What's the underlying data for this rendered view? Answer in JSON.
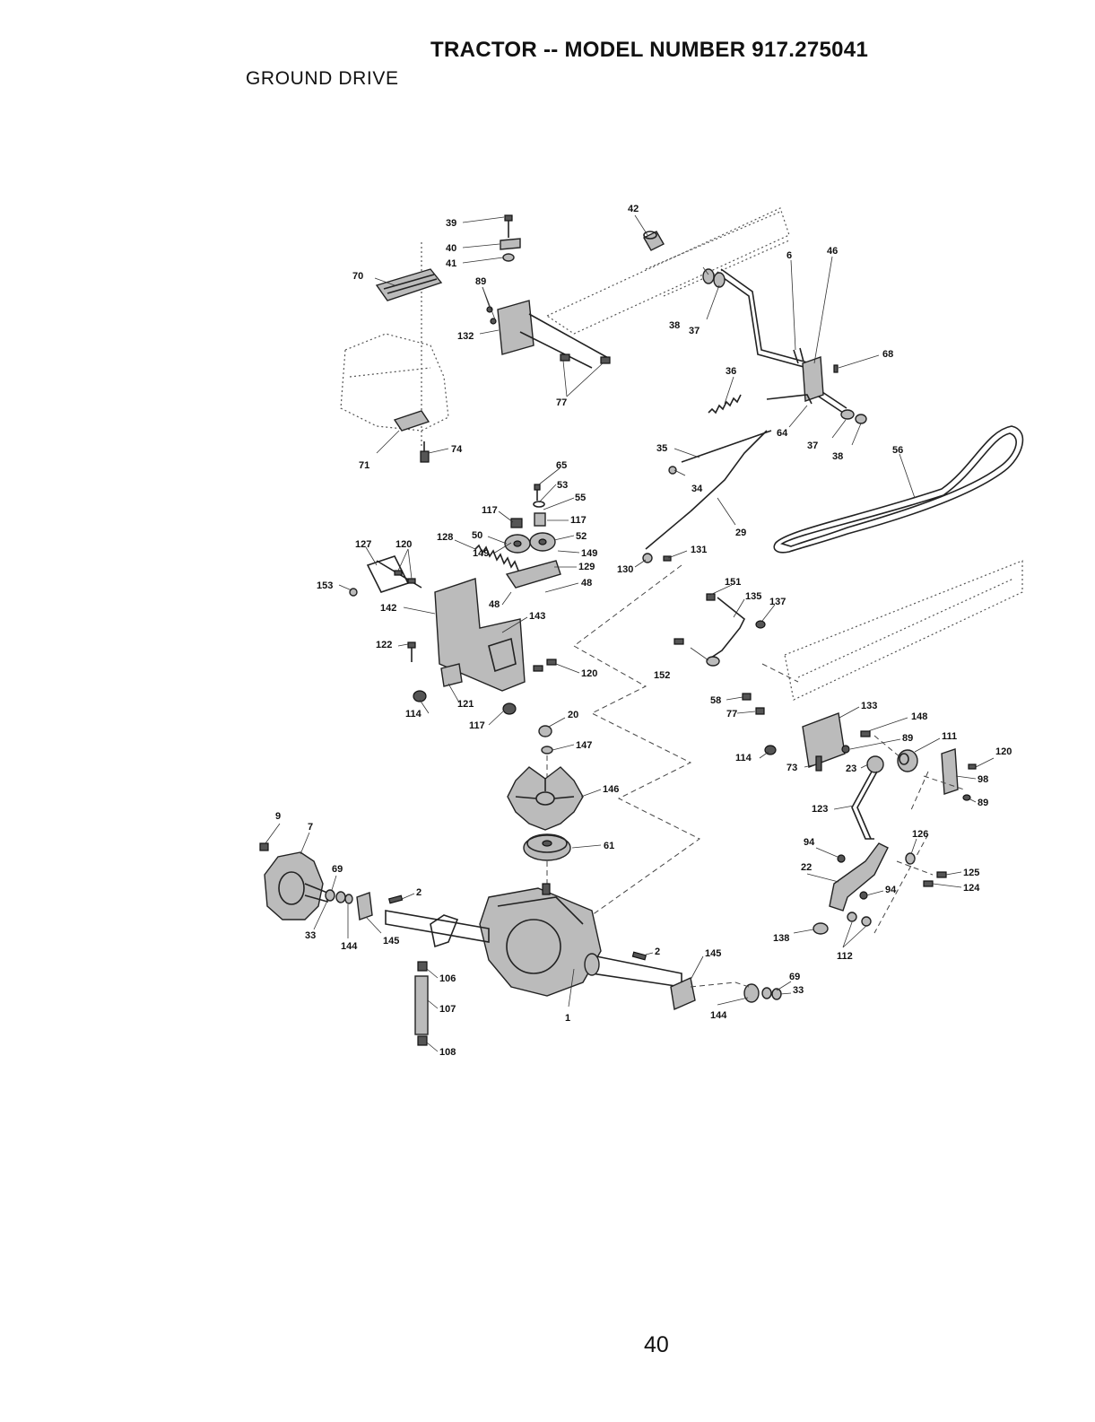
{
  "header": {
    "title": "TRACTOR -- MODEL NUMBER 917.275041",
    "subtitle": "GROUND DRIVE"
  },
  "page_number": "40",
  "part_labels": [
    {
      "id": "l-39",
      "text": "39"
    },
    {
      "id": "l-40",
      "text": "40"
    },
    {
      "id": "l-41",
      "text": "41"
    },
    {
      "id": "l-42",
      "text": "42"
    },
    {
      "id": "l-70",
      "text": "70"
    },
    {
      "id": "l-89a",
      "text": "89"
    },
    {
      "id": "l-132",
      "text": "132"
    },
    {
      "id": "l-77a",
      "text": "77"
    },
    {
      "id": "l-38a",
      "text": "38"
    },
    {
      "id": "l-37a",
      "text": "37"
    },
    {
      "id": "l-6",
      "text": "6"
    },
    {
      "id": "l-46",
      "text": "46"
    },
    {
      "id": "l-68",
      "text": "68"
    },
    {
      "id": "l-36",
      "text": "36"
    },
    {
      "id": "l-64",
      "text": "64"
    },
    {
      "id": "l-37b",
      "text": "37"
    },
    {
      "id": "l-38b",
      "text": "38"
    },
    {
      "id": "l-56",
      "text": "56"
    },
    {
      "id": "l-71",
      "text": "71"
    },
    {
      "id": "l-74",
      "text": "74"
    },
    {
      "id": "l-35",
      "text": "35"
    },
    {
      "id": "l-34",
      "text": "34"
    },
    {
      "id": "l-29",
      "text": "29"
    },
    {
      "id": "l-65",
      "text": "65"
    },
    {
      "id": "l-53",
      "text": "53"
    },
    {
      "id": "l-55",
      "text": "55"
    },
    {
      "id": "l-117a",
      "text": "117"
    },
    {
      "id": "l-117b",
      "text": "117"
    },
    {
      "id": "l-50",
      "text": "50"
    },
    {
      "id": "l-52",
      "text": "52"
    },
    {
      "id": "l-127",
      "text": "127"
    },
    {
      "id": "l-120a",
      "text": "120"
    },
    {
      "id": "l-128",
      "text": "128"
    },
    {
      "id": "l-149a",
      "text": "149"
    },
    {
      "id": "l-149b",
      "text": "149"
    },
    {
      "id": "l-129",
      "text": "129"
    },
    {
      "id": "l-48a",
      "text": "48"
    },
    {
      "id": "l-48b",
      "text": "48"
    },
    {
      "id": "l-130",
      "text": "130"
    },
    {
      "id": "l-131",
      "text": "131"
    },
    {
      "id": "l-153",
      "text": "153"
    },
    {
      "id": "l-142",
      "text": "142"
    },
    {
      "id": "l-143",
      "text": "143"
    },
    {
      "id": "l-151",
      "text": "151"
    },
    {
      "id": "l-135",
      "text": "135"
    },
    {
      "id": "l-137",
      "text": "137"
    },
    {
      "id": "l-122",
      "text": "122"
    },
    {
      "id": "l-120b",
      "text": "120"
    },
    {
      "id": "l-152",
      "text": "152"
    },
    {
      "id": "l-114a",
      "text": "114"
    },
    {
      "id": "l-121",
      "text": "121"
    },
    {
      "id": "l-117c",
      "text": "117"
    },
    {
      "id": "l-20",
      "text": "20"
    },
    {
      "id": "l-58",
      "text": "58"
    },
    {
      "id": "l-77b",
      "text": "77"
    },
    {
      "id": "l-133",
      "text": "133"
    },
    {
      "id": "l-148",
      "text": "148"
    },
    {
      "id": "l-89b",
      "text": "89"
    },
    {
      "id": "l-111",
      "text": "111"
    },
    {
      "id": "l-120c",
      "text": "120"
    },
    {
      "id": "l-147",
      "text": "147"
    },
    {
      "id": "l-114b",
      "text": "114"
    },
    {
      "id": "l-73",
      "text": "73"
    },
    {
      "id": "l-23",
      "text": "23"
    },
    {
      "id": "l-98",
      "text": "98"
    },
    {
      "id": "l-89c",
      "text": "89"
    },
    {
      "id": "l-146",
      "text": "146"
    },
    {
      "id": "l-123",
      "text": "123"
    },
    {
      "id": "l-9",
      "text": "9"
    },
    {
      "id": "l-7",
      "text": "7"
    },
    {
      "id": "l-61",
      "text": "61"
    },
    {
      "id": "l-94a",
      "text": "94"
    },
    {
      "id": "l-126",
      "text": "126"
    },
    {
      "id": "l-69a",
      "text": "69"
    },
    {
      "id": "l-22",
      "text": "22"
    },
    {
      "id": "l-125",
      "text": "125"
    },
    {
      "id": "l-124",
      "text": "124"
    },
    {
      "id": "l-94b",
      "text": "94"
    },
    {
      "id": "l-2a",
      "text": "2"
    },
    {
      "id": "l-33a",
      "text": "33"
    },
    {
      "id": "l-144a",
      "text": "144"
    },
    {
      "id": "l-145a",
      "text": "145"
    },
    {
      "id": "l-138",
      "text": "138"
    },
    {
      "id": "l-112",
      "text": "112"
    },
    {
      "id": "l-2b",
      "text": "2"
    },
    {
      "id": "l-145b",
      "text": "145"
    },
    {
      "id": "l-106",
      "text": "106"
    },
    {
      "id": "l-69b",
      "text": "69"
    },
    {
      "id": "l-33b",
      "text": "33"
    },
    {
      "id": "l-107",
      "text": "107"
    },
    {
      "id": "l-1",
      "text": "1"
    },
    {
      "id": "l-144b",
      "text": "144"
    },
    {
      "id": "l-108",
      "text": "108"
    }
  ]
}
